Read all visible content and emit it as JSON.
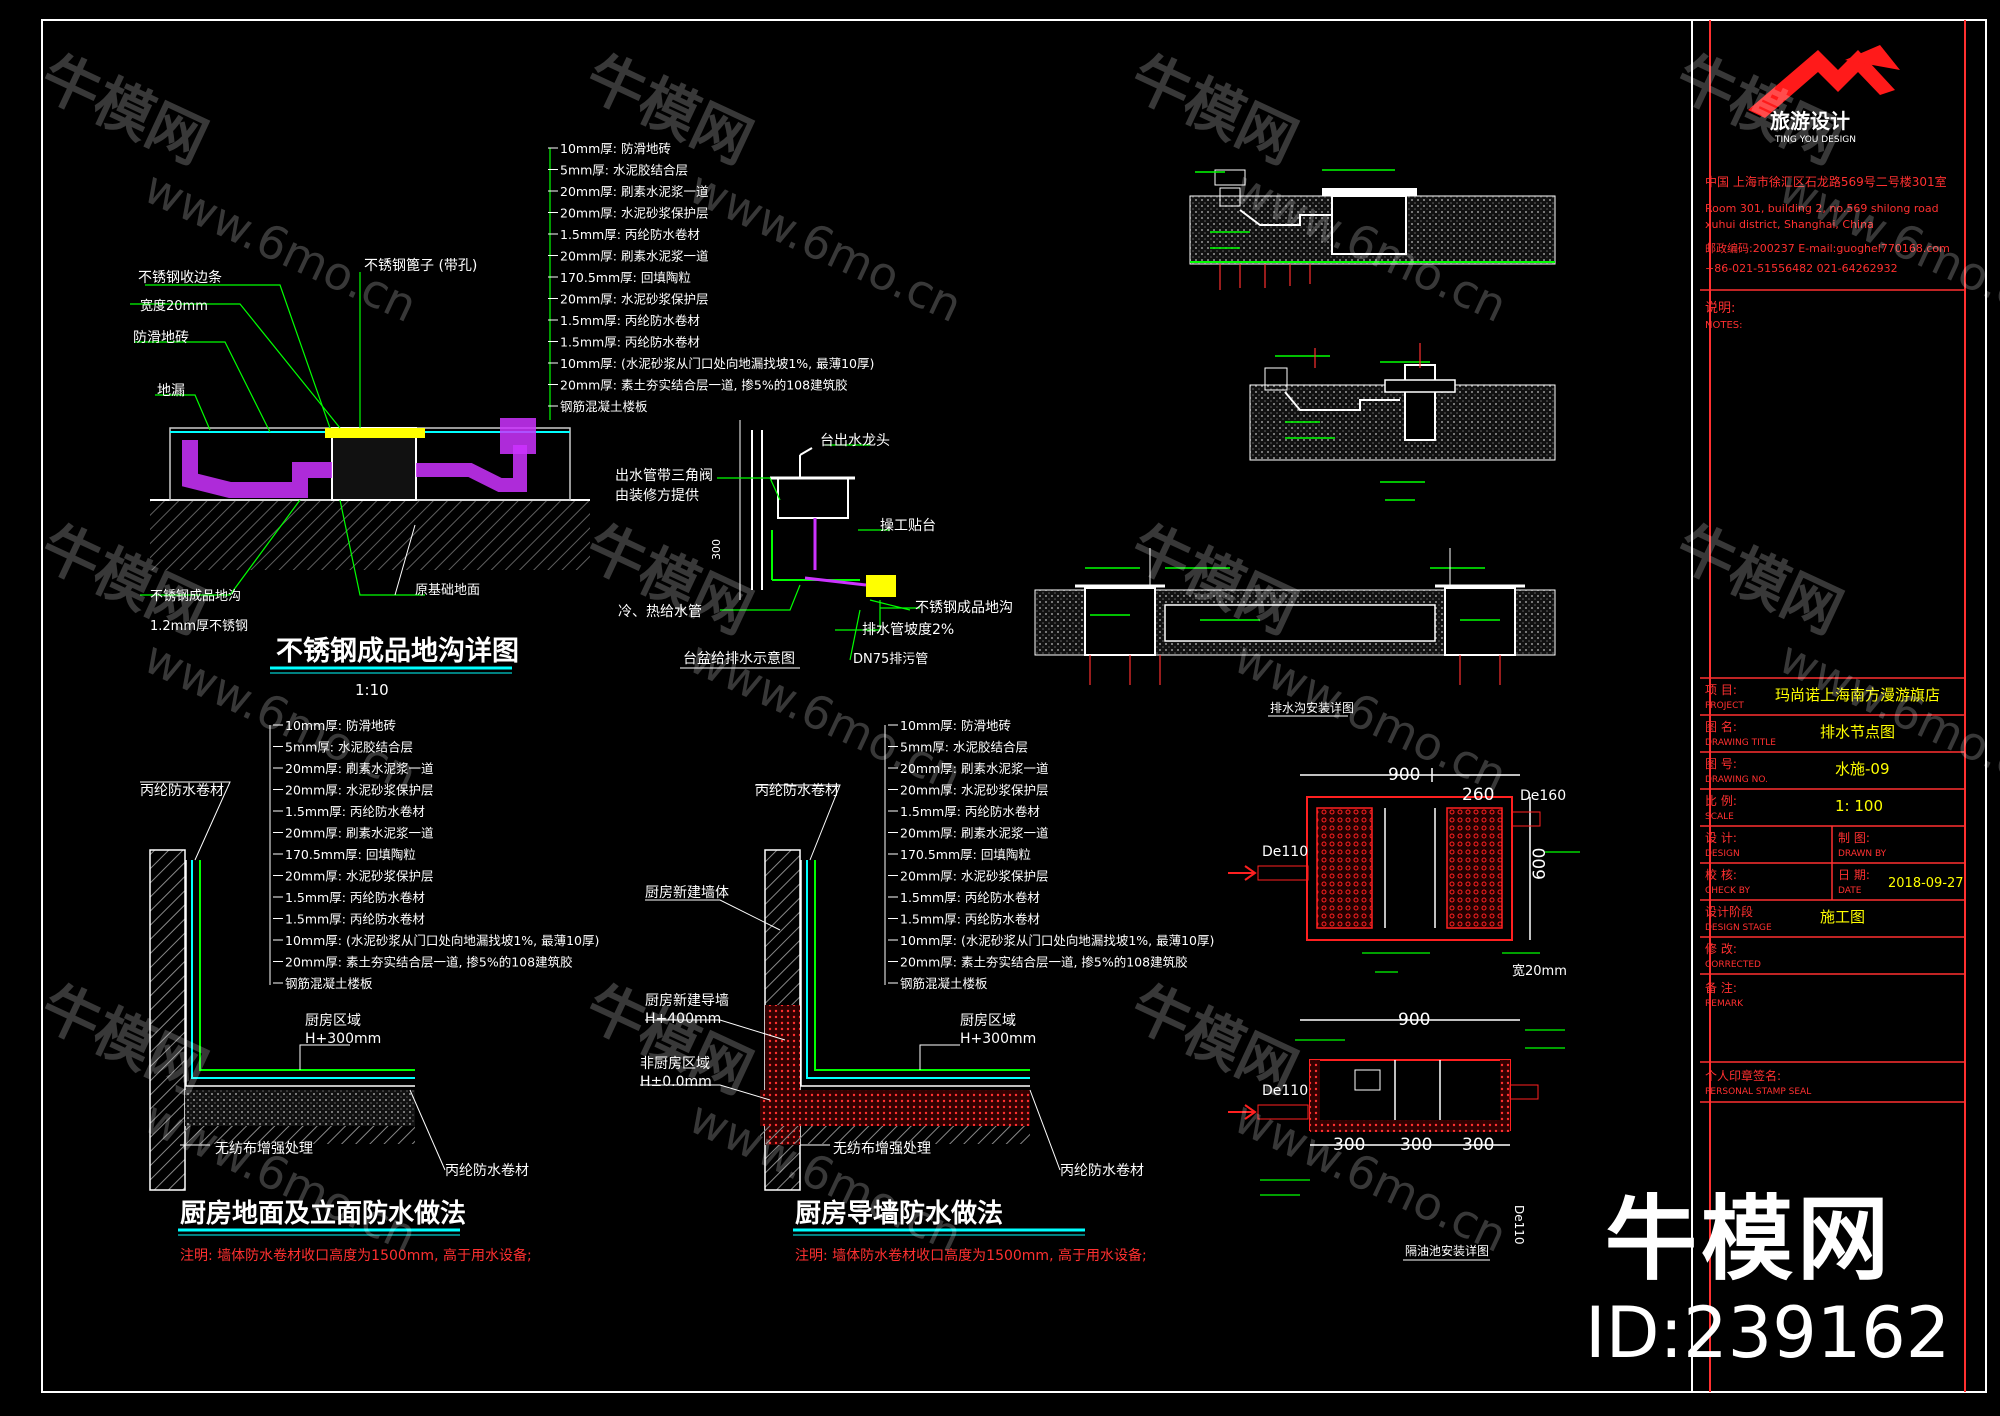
{
  "logo": {
    "name": "旅游设计",
    "sub": "TING YOU DESIGN",
    "address_cn": "中国   上海市徐汇区石龙路569号二号楼301室",
    "address_en_1": "Room 301, building 2, no.569 shilong road",
    "address_en_2": "xuhui district, Shanghai, China",
    "contact": "邮政编码:200237  E-mail:guoghel770168.com",
    "phone": "+86-021-51556482   021-64262932"
  },
  "title_block": {
    "notes_label": "说明:",
    "notes_en": "NOTES:",
    "project_label": "项 目:",
    "project_en": "PROJECT",
    "project_value": "玛尚诺上海南方漫游旗店",
    "drawing_label": "图 名:",
    "drawing_en": "DRAWING TITLE",
    "drawing_value": "排水节点图",
    "drawing_no_label": "图 号:",
    "drawing_no_en": "DRAWING NO.",
    "drawing_no_value": "水施-09",
    "scale_label": "比 例:",
    "scale_en": "SCALE",
    "scale_value": "1: 100",
    "design_label": "设 计:",
    "design_en": "DESIGN",
    "drawn_label": "制 图:",
    "drawn_en": "DRAWN BY",
    "check_label": "校 核:",
    "check_en": "CHECK BY",
    "date_label": "日 期:",
    "date_en": "DATE",
    "date_value": "2018-09-27",
    "stage_label": "设计阶段",
    "stage_en": "DESIGN STAGE",
    "stage_value": "施工图",
    "corrected_label": "修 改:",
    "corrected_en": "CORRECTED",
    "remark_label": "备 注:",
    "remark_en": "REMARK",
    "stamp_label": "个人印章签名:",
    "stamp_en": "PERSONAL STAMP SEAL"
  },
  "detail1": {
    "title": "不锈钢成品地沟详图",
    "scale": "1:10",
    "layers": [
      "10mm厚: 防滑地砖",
      "5mm厚: 水泥胶结合层",
      "20mm厚: 刷素水泥浆一道",
      "20mm厚: 水泥砂浆保护层",
      "1.5mm厚: 丙纶防水卷材",
      "20mm厚: 刷素水泥浆一道",
      "170.5mm厚: 回填陶粒",
      "20mm厚: 水泥砂浆保护层",
      "1.5mm厚: 丙纶防水卷材",
      "1.5mm厚: 丙纶防水卷材",
      "10mm厚: (水泥砂浆从门口处向地漏找坡1%, 最薄10厚)",
      "20mm厚: 素土夯实结合层一道, 掺5%的108建筑胶",
      "钢筋混凝土楼板"
    ],
    "labels": {
      "edge": "不锈钢收边条",
      "width": "宽度20mm",
      "antiskid": "防滑地砖",
      "drain": "地漏",
      "grate": "不锈钢篦子 (带孔)",
      "trench": "不锈钢成品地沟",
      "thickness": "1.2mm厚不锈钢",
      "base": "原基础地面"
    }
  },
  "detail2": {
    "title": "台盆给排水示意图",
    "labels": {
      "faucet": "台出水龙头",
      "valve": "出水管带三角阀",
      "valve2": "由装修方提供",
      "counter": "操工贴台",
      "trench": "不锈钢成品地沟",
      "hot_cold": "冷、热给水管",
      "slope": "排水管坡度2%",
      "pipe": "DN75排污管",
      "dim": "300"
    }
  },
  "detail3": {
    "title": "排水沟安装详图"
  },
  "detail4": {
    "title": "隔油池安装详图",
    "top_dims": [
      "900",
      "260"
    ],
    "side_dim": "600",
    "bottom_dims": [
      "900",
      "300",
      "300",
      "300"
    ],
    "pipe_in": "De110",
    "pipe_out": "De160",
    "pipe_in2": "De110",
    "pipe_out2": "De110",
    "note_width": "宽20mm"
  },
  "detail5": {
    "title": "厨房地面及立面防水做法",
    "note": "注明: 墙体防水卷材收口高度为1500mm, 高于用水设备;",
    "layers": [
      "10mm厚: 防滑地砖",
      "5mm厚: 水泥胶结合层",
      "20mm厚: 刷素水泥浆一道",
      "20mm厚: 水泥砂浆保护层",
      "1.5mm厚: 丙纶防水卷材",
      "20mm厚: 刷素水泥浆一道",
      "170.5mm厚: 回填陶粒",
      "20mm厚: 水泥砂浆保护层",
      "1.5mm厚: 丙纶防水卷材",
      "1.5mm厚: 丙纶防水卷材",
      "10mm厚: (水泥砂浆从门口处向地漏找坡1%, 最薄10厚)",
      "20mm厚: 素土夯实结合层一道, 掺5%的108建筑胶",
      "钢筋混凝土楼板"
    ],
    "labels": {
      "membrane": "丙纶防水卷材",
      "zone": "厨房区域",
      "height": "H+300mm",
      "nonwoven": "无纺布增强处理",
      "membrane2": "丙纶防水卷材"
    }
  },
  "detail6": {
    "title": "厨房导墙防水做法",
    "note": "注明: 墙体防水卷材收口高度为1500mm, 高于用水设备;",
    "layers": [
      "10mm厚: 防滑地砖",
      "5mm厚: 水泥胶结合层",
      "20mm厚: 刷素水泥浆一道",
      "20mm厚: 水泥砂浆保护层",
      "1.5mm厚: 丙纶防水卷材",
      "20mm厚: 刷素水泥浆一道",
      "170.5mm厚: 回填陶粒",
      "20mm厚: 水泥砂浆保护层",
      "1.5mm厚: 丙纶防水卷材",
      "1.5mm厚: 丙纶防水卷材",
      "10mm厚: (水泥砂浆从门口处向地漏找坡1%, 最薄10厚)",
      "20mm厚: 素土夯实结合层一道, 掺5%的108建筑胶",
      "钢筋混凝土楼板"
    ],
    "labels": {
      "membrane": "丙纶防水卷材",
      "newwall": "厨房新建墙体",
      "guide": "厨房新建导墙",
      "guide_h": "H+400mm",
      "nonkitchen": "非厨房区域",
      "nonkitchen_h": "H±0.0mm",
      "zone": "厨房区域",
      "height": "H+300mm",
      "nonwoven": "无纺布增强处理",
      "membrane2": "丙纶防水卷材"
    }
  },
  "watermark": {
    "cn": "牛模网",
    "url": "www.6mo.cn"
  },
  "brand": {
    "name": "牛模网",
    "id": "ID:239162"
  },
  "colors": {
    "cyan": "#00ffff",
    "green": "#00ff00",
    "red": "#ff0000",
    "magenta": "#cc33ff",
    "yellow": "#ffff00",
    "white": "#ffffff"
  }
}
